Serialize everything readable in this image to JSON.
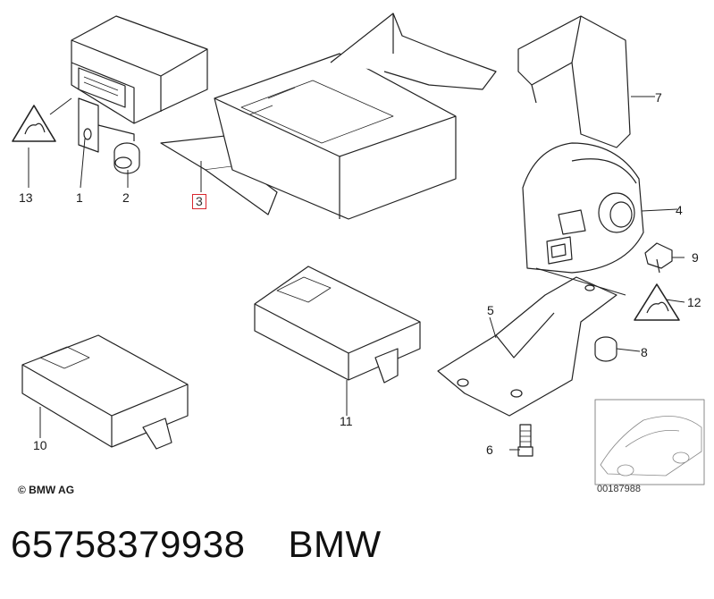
{
  "diagram": {
    "copyright": "© BMW AG",
    "drawing_number": "00187988",
    "callouts": [
      "1",
      "2",
      "3",
      "4",
      "5",
      "6",
      "7",
      "8",
      "9",
      "10",
      "11",
      "12",
      "13"
    ],
    "highlighted_callout": "3"
  },
  "footer": {
    "part_number": "65758379938",
    "brand": "BMW"
  },
  "colors": {
    "line": "#222222",
    "highlight": "#d9272e",
    "background": "#ffffff"
  }
}
